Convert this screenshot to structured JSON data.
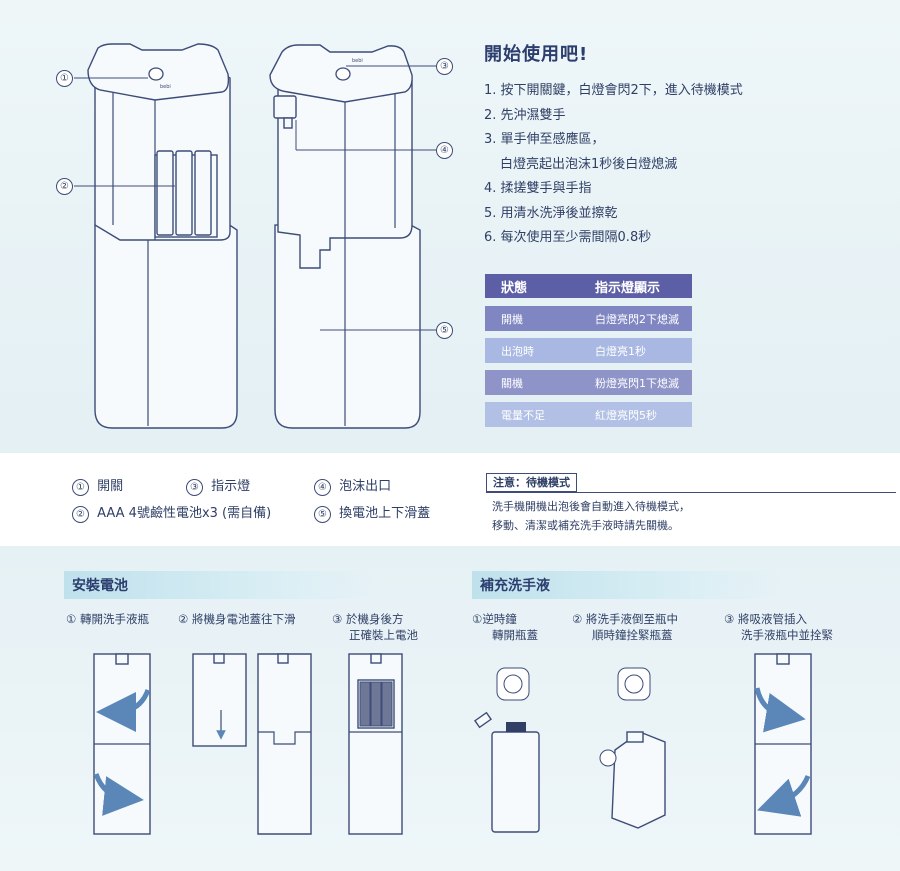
{
  "usage": {
    "title": "開始使用吧!",
    "steps": [
      "1. 按下開關鍵，白燈會閃2下，進入待機模式",
      "2. 先沖濕雙手",
      "3. 單手伸至感應區，",
      "白燈亮起出泡沫1秒後白燈熄滅",
      "4. 揉搓雙手與手指",
      "5. 用清水洗淨後並擦乾",
      "6. 每次使用至少需間隔0.8秒"
    ]
  },
  "status_table": {
    "headers": [
      "狀態",
      "指示燈顯示"
    ],
    "rows": [
      {
        "state": "開機",
        "light": "白燈亮閃2下熄滅",
        "color": "#7f86c2"
      },
      {
        "state": "出泡時",
        "light": "白燈亮1秒",
        "color": "#a5b4e0"
      },
      {
        "state": "關機",
        "light": "粉燈亮閃1下熄滅",
        "color": "#8e93c8"
      },
      {
        "state": "電量不足",
        "light": "紅燈亮閃5秒",
        "color": "#aebde2"
      }
    ]
  },
  "callouts": [
    "①",
    "②",
    "③",
    "④",
    "⑤"
  ],
  "brand_mark": "bebi",
  "legend": [
    {
      "num": "①",
      "label": "開關"
    },
    {
      "num": "③",
      "label": "指示燈"
    },
    {
      "num": "④",
      "label": "泡沫出口"
    },
    {
      "num": "②",
      "label": "AAA 4號鹼性電池x3 (需自備)"
    },
    {
      "num": "⑤",
      "label": "換電池上下滑蓋"
    }
  ],
  "note": {
    "tag": "注意：待機模式",
    "lines": [
      "洗手機開機出泡後會自動進入待機模式，",
      "移動、清潔或補充洗手液時請先關機。"
    ]
  },
  "battery": {
    "title": "安裝電池",
    "steps": [
      {
        "num": "①",
        "text": "轉開洗手液瓶",
        "text2": ""
      },
      {
        "num": "②",
        "text": "將機身電池蓋往下滑",
        "text2": ""
      },
      {
        "num": "③",
        "text": "於機身後方",
        "text2": "正確裝上電池"
      }
    ]
  },
  "refill": {
    "title": "補充洗手液",
    "steps": [
      {
        "num": "①",
        "text": "逆時鐘",
        "text2": "轉開瓶蓋"
      },
      {
        "num": "②",
        "text": "將洗手液倒至瓶中",
        "text2": "順時鐘拴緊瓶蓋"
      },
      {
        "num": "③",
        "text": "將吸液管插入",
        "text2": "洗手液瓶中並拴緊"
      }
    ]
  },
  "colors": {
    "accent": "#5d5fa6",
    "line": "#3d4c78",
    "arrow": "#5a86b8"
  }
}
